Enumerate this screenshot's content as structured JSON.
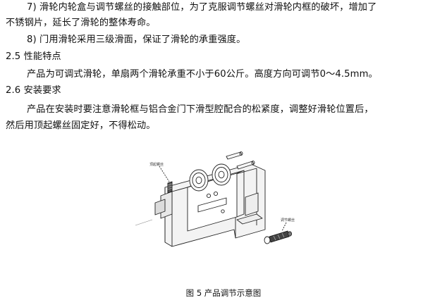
{
  "paragraphs": {
    "p7_line1": "7) 滑轮内轮盒与调节螺丝的接触部位，为了克服调节螺丝对滑轮内框的破坏，增加了",
    "p7_line2": "不锈钢片，延长了滑轮的整体寿命。",
    "p8": "8) 门用滑轮采用三级滑面，保证了滑轮的承重强度。",
    "sec25_heading": "2.5 性能特点",
    "sec25_body": "产品为可调式滑轮，单扇两个滑轮承重不小于60公斤。高度方向可调节0～4.5mm。",
    "sec26_heading": "2.6 安装要求",
    "sec26_line1": "产品在安装时要注意滑轮框与铝合金门下滑型腔配合的松紧度，调整好滑轮位置后，",
    "sec26_line2": "然后用顶起螺丝固定好，不得松动。"
  },
  "figure": {
    "label_left": "顶起螺丝",
    "label_right": "调节螺丝",
    "caption": "图 5 产品调节示意图"
  }
}
